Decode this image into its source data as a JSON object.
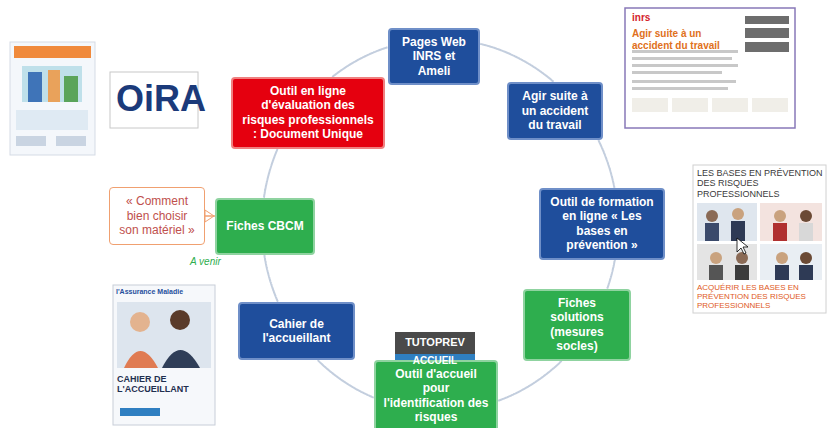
{
  "diagram": {
    "nodes": [
      {
        "text": [
          "Pages Web INRS et Ameli"
        ]
      },
      {
        "text": [
          "Agir suite à un accident du travail"
        ]
      },
      {
        "text": [
          "Outil de formation en ligne « Les bases en prévention »"
        ]
      },
      {
        "text": [
          "Fiches solutions (mesures socles)"
        ]
      },
      {
        "text": [
          "Outil d'accueil pour l'identification des risques"
        ]
      },
      {
        "text": [
          "Cahier de l'accueillant"
        ]
      },
      {
        "text": [
          "Fiches CBCM"
        ]
      },
      {
        "text": [
          "Outil en ligne d'évaluation des risques professionnels : Document Unique"
        ]
      },
      {
        "text": [
          "« Comment bien choisir son matériel »"
        ]
      }
    ],
    "edges": [
      {
        "from": 0,
        "to": 1,
        "arrow": "none"
      },
      {
        "from": 1,
        "to": 2,
        "arrow": "none"
      },
      {
        "from": 2,
        "to": 3,
        "arrow": "none"
      },
      {
        "from": 3,
        "to": 4,
        "arrow": "none"
      },
      {
        "from": 4,
        "to": 5,
        "arrow": "none"
      },
      {
        "from": 5,
        "to": 6,
        "arrow": "none"
      },
      {
        "from": 6,
        "to": 7,
        "arrow": "none"
      },
      {
        "from": 7,
        "to": 0,
        "arrow": "none"
      },
      {
        "from": 8,
        "to": 6,
        "arrow": "none"
      }
    ],
    "labels": [
      "OiRA",
      "A venir",
      "TUTOPREV",
      "ACCUEIL",
      "inrs",
      "Agir suite à un accident du travail",
      "LES BASES EN PRÉVENTION DES RISQUES PROFESSIONNELS",
      "ACQUÉRIR LES BASES EN PRÉVENTION DES RISQUES PROFESSIONNELS",
      "l'Assurance Maladie",
      "CAHIER DE L'ACCUEILLANT"
    ]
  }
}
